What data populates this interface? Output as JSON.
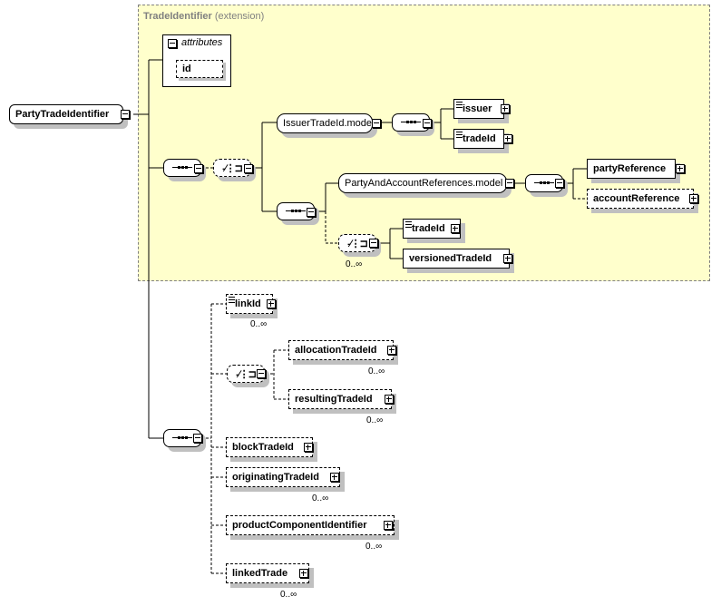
{
  "diagram": {
    "root": {
      "label": "PartyTradeIdentifier",
      "toggle": "collapse"
    },
    "extension": {
      "base_type": "TradeIdentifier",
      "kind_label": "(extension)"
    },
    "attributes": {
      "title": "attributes",
      "items": [
        {
          "label": "id",
          "optional": true
        }
      ]
    },
    "compositors": {
      "main_sequence": {
        "type": "sequence",
        "toggle": "collapse"
      },
      "main_choice": {
        "type": "choice",
        "optional": true,
        "toggle": "collapse"
      },
      "inner_sequence_a": {
        "type": "sequence",
        "toggle": "collapse"
      },
      "inner_sequence_b": {
        "type": "sequence",
        "toggle": "collapse"
      },
      "inner_sequence_c": {
        "type": "sequence",
        "toggle": "collapse"
      },
      "inner_choice": {
        "type": "choice",
        "optional": true,
        "cardinality": "0..∞",
        "toggle": "collapse"
      },
      "lower_sequence": {
        "type": "sequence",
        "toggle": "collapse"
      },
      "lower_choice": {
        "type": "choice",
        "optional": true,
        "toggle": "collapse"
      }
    },
    "groups": {
      "issuer_model": {
        "label": "IssuerTradeId.model",
        "toggle": "collapse"
      },
      "party_account_model": {
        "label": "PartyAndAccountReferences.model",
        "toggle": "collapse"
      }
    },
    "elements": {
      "issuer": {
        "label": "issuer",
        "simple": true,
        "optional": false,
        "toggle": "expand"
      },
      "tradeId_a": {
        "label": "tradeId",
        "simple": true,
        "optional": false,
        "toggle": "expand"
      },
      "partyReference": {
        "label": "partyReference",
        "optional": false,
        "toggle": "expand"
      },
      "accountReference": {
        "label": "accountReference",
        "optional": true,
        "toggle": "expand"
      },
      "tradeId_b": {
        "label": "tradeId",
        "simple": true,
        "optional": false,
        "toggle": "expand"
      },
      "versionedTradeId": {
        "label": "versionedTradeId",
        "optional": false,
        "toggle": "expand"
      },
      "linkId": {
        "label": "linkId",
        "simple": true,
        "optional": true,
        "cardinality": "0..∞",
        "toggle": "expand"
      },
      "allocationTradeId": {
        "label": "allocationTradeId",
        "optional": true,
        "cardinality": "0..∞",
        "toggle": "expand"
      },
      "resultingTradeId": {
        "label": "resultingTradeId",
        "optional": true,
        "cardinality": "0..∞",
        "toggle": "expand"
      },
      "blockTradeId": {
        "label": "blockTradeId",
        "optional": true,
        "toggle": "expand"
      },
      "originatingTradeId": {
        "label": "originatingTradeId",
        "optional": true,
        "cardinality": "0..∞",
        "toggle": "expand"
      },
      "productComponentIdentifier": {
        "label": "productComponentIdentifier",
        "optional": true,
        "cardinality": "0..∞",
        "toggle": "expand"
      },
      "linkedTrade": {
        "label": "linkedTrade",
        "optional": true,
        "cardinality": "0..∞",
        "toggle": "expand"
      }
    }
  }
}
